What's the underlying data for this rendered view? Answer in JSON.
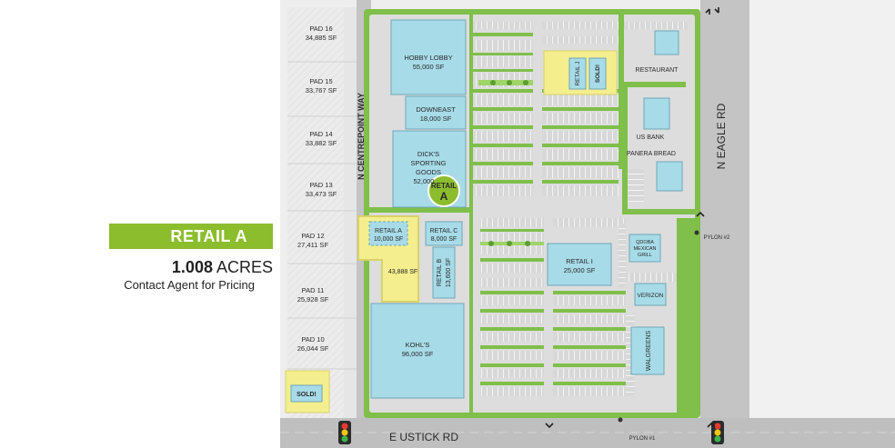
{
  "info": {
    "banner": "RETAIL A",
    "acres_value": "1.008",
    "acres_unit": "ACRES",
    "pricing": "Contact Agent for Pricing"
  },
  "pads": [
    {
      "name": "PAD 16",
      "sf": "34,885 SF"
    },
    {
      "name": "PAD 15",
      "sf": "33,767 SF"
    },
    {
      "name": "PAD 14",
      "sf": "33,882 SF"
    },
    {
      "name": "PAD 13",
      "sf": "33,473 SF"
    },
    {
      "name": "PAD 12",
      "sf": "27,411 SF"
    },
    {
      "name": "PAD 11",
      "sf": "25,928 SF"
    },
    {
      "name": "PAD 10",
      "sf": "26,044 SF"
    }
  ],
  "buildings": {
    "hobby_lobby": {
      "name": "HOBBY LOBBY",
      "sf": "55,000 SF"
    },
    "downeast": {
      "name": "DOWNEAST",
      "sf": "18,000 SF"
    },
    "dicks": {
      "name1": "DICK'S",
      "name2": "SPORTING",
      "name3": "GOODS",
      "sf": "52,000"
    },
    "retail_a": {
      "name": "RETAIL A",
      "sf": "10,000 SF"
    },
    "retail_a_lot": "43,888 SF",
    "retail_c": {
      "name": "RETAIL C",
      "sf": "8,000 SF"
    },
    "retail_b": {
      "name": "RETAIL B",
      "sf": "13,600 SF"
    },
    "kohls": {
      "name": "KOHL'S",
      "sf": "96,000 SF"
    },
    "retail_i": {
      "name": "RETAIL I",
      "sf": "25,000 SF"
    },
    "retail_j": "RETAIL J",
    "restaurant": "RESTAURANT",
    "us_bank": "US BANK",
    "panera": "PANERA BREAD",
    "qdoba": [
      "QDOBA",
      "MEXICAN",
      "GRILL"
    ],
    "verizon": "VERIZON",
    "walgreens": "WALGREENS"
  },
  "sold": "SOLD!",
  "roads": {
    "centrepoint": "N CENTREPOINT WAY",
    "eagle": "N EAGLE RD",
    "ustick": "E USTICK RD"
  },
  "pylons": [
    "PYLON #2",
    "PYLON #1"
  ],
  "callout": [
    "RETAIL",
    "A"
  ],
  "colors": {
    "accent_green": "#8cbd2d",
    "highlight_yellow": "#f4ee8e",
    "building_blue": "#a7dbe8",
    "landscape_green": "#7fbf4a",
    "road_gray": "#bdbdbd",
    "parking_gray": "#d7d7d7"
  }
}
